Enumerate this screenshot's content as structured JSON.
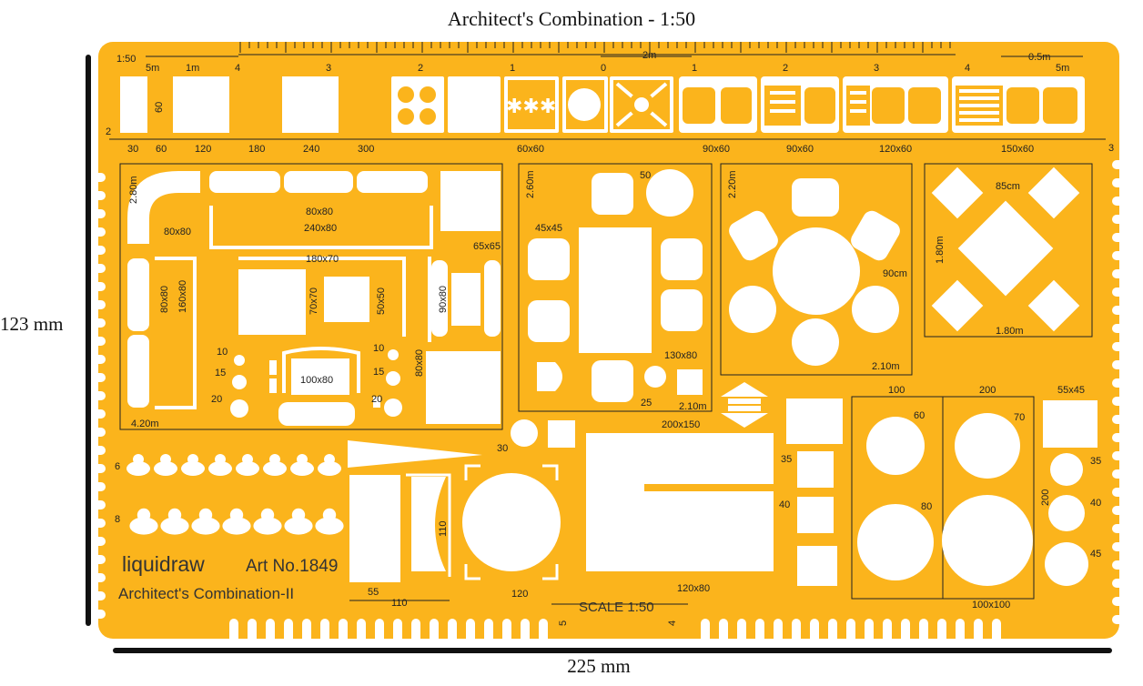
{
  "header": {
    "title": "Architect's Combination - 1:50"
  },
  "dimensions": {
    "height": "123 mm",
    "width": "225 mm"
  },
  "ruler": {
    "scale": "1:50",
    "left_labels": [
      "5m",
      "1m",
      "4",
      "3",
      "2",
      "1",
      "0"
    ],
    "right_labels": [
      "2m",
      "1",
      "2",
      "3",
      "4",
      "0.5m",
      "5m"
    ]
  },
  "side_numbers": {
    "left": "2",
    "right": "3"
  },
  "top_row": {
    "width_labels": [
      "30",
      "60",
      "120",
      "180",
      "240",
      "300"
    ],
    "vertical_label": "60",
    "sink_label": "60x60",
    "appliance_labels": [
      "90x60",
      "90x60",
      "120x60",
      "150x60"
    ]
  },
  "living": {
    "labels": [
      "2.80m",
      "80x80",
      "80x80",
      "240x80",
      "65x65",
      "180x70",
      "80x80",
      "160x80",
      "70x70",
      "50x50",
      "90x80",
      "100x80",
      "80x80",
      "4.20m"
    ],
    "lamp_sizes_left": [
      "10",
      "15",
      "20"
    ],
    "lamp_sizes_right": [
      "10",
      "15",
      "20"
    ]
  },
  "dining_rect": {
    "labels": [
      "2.60m",
      "50",
      "45x45",
      "130x80",
      "25",
      "2.10m",
      "200x150"
    ]
  },
  "dining_round": {
    "labels": [
      "2.20m",
      "90cm",
      "2.10m"
    ]
  },
  "dining_square": {
    "labels": [
      "85cm",
      "1.80m",
      "1.80m"
    ]
  },
  "bathroom": {
    "labels": [
      "100",
      "200",
      "55x45",
      "60",
      "70",
      "80",
      "200",
      "100x100"
    ]
  },
  "stools": {
    "labels": [
      "35",
      "40",
      "45"
    ],
    "left_labels": [
      "35",
      "40"
    ]
  },
  "misc": {
    "labels": [
      "30",
      "110",
      "55",
      "110",
      "120",
      "120x80"
    ]
  },
  "people_rows": {
    "labels": [
      "6",
      "8"
    ]
  },
  "branding": {
    "brand": "liquidraw",
    "art_no": "Art No.1849",
    "product": "Architect's Combination-II",
    "scale": "SCALE 1:50",
    "scale_left": "5",
    "scale_right": "4"
  },
  "colors": {
    "stencil": "#fbb41c",
    "cutout": "#ffffff",
    "ink": "#222222"
  }
}
